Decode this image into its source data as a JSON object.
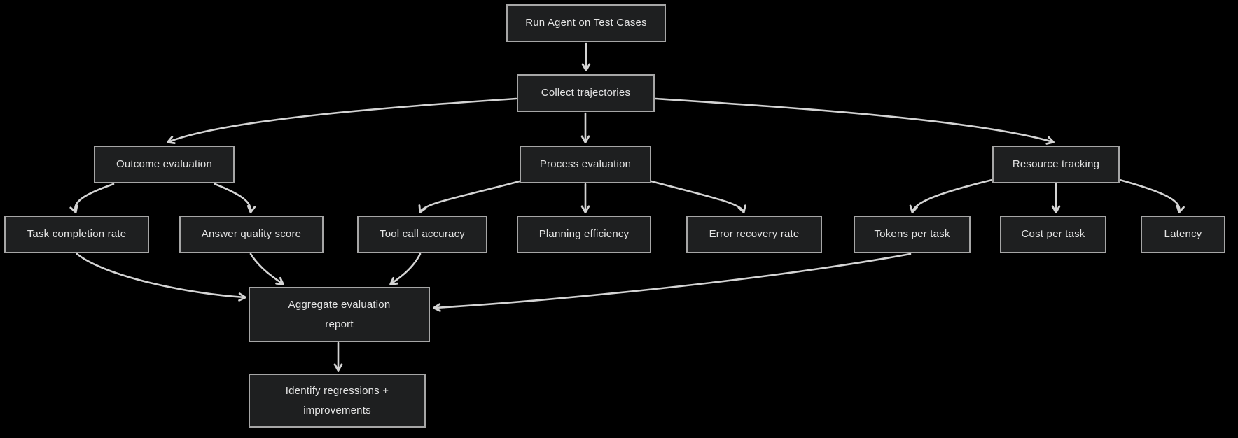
{
  "diagram": {
    "type": "flowchart",
    "direction": "top-down",
    "theme": {
      "background": "#000000",
      "node_fill": "#1e1f20",
      "node_border": "#a6a6a6",
      "node_text": "#e4e4e4",
      "edge_color": "#d4d4d4"
    },
    "nodes": [
      {
        "id": "run_agent",
        "label": "Run Agent on Test Cases"
      },
      {
        "id": "collect_trajectories",
        "label": "Collect trajectories"
      },
      {
        "id": "outcome_evaluation",
        "label": "Outcome evaluation"
      },
      {
        "id": "process_evaluation",
        "label": "Process evaluation"
      },
      {
        "id": "resource_tracking",
        "label": "Resource tracking"
      },
      {
        "id": "task_completion_rate",
        "label": "Task completion rate"
      },
      {
        "id": "answer_quality_score",
        "label": "Answer quality score"
      },
      {
        "id": "tool_call_accuracy",
        "label": "Tool call accuracy"
      },
      {
        "id": "planning_efficiency",
        "label": "Planning efficiency"
      },
      {
        "id": "error_recovery_rate",
        "label": "Error recovery rate"
      },
      {
        "id": "tokens_per_task",
        "label": "Tokens per task"
      },
      {
        "id": "cost_per_task",
        "label": "Cost per task"
      },
      {
        "id": "latency",
        "label": "Latency"
      },
      {
        "id": "aggregate_report",
        "label": "Aggregate evaluation report"
      },
      {
        "id": "identify_regressions",
        "label": "Identify regressions + improvements"
      }
    ],
    "edges": [
      {
        "from": "run_agent",
        "to": "collect_trajectories"
      },
      {
        "from": "collect_trajectories",
        "to": "outcome_evaluation"
      },
      {
        "from": "collect_trajectories",
        "to": "process_evaluation"
      },
      {
        "from": "collect_trajectories",
        "to": "resource_tracking"
      },
      {
        "from": "outcome_evaluation",
        "to": "task_completion_rate"
      },
      {
        "from": "outcome_evaluation",
        "to": "answer_quality_score"
      },
      {
        "from": "process_evaluation",
        "to": "tool_call_accuracy"
      },
      {
        "from": "process_evaluation",
        "to": "planning_efficiency"
      },
      {
        "from": "process_evaluation",
        "to": "error_recovery_rate"
      },
      {
        "from": "resource_tracking",
        "to": "tokens_per_task"
      },
      {
        "from": "resource_tracking",
        "to": "cost_per_task"
      },
      {
        "from": "resource_tracking",
        "to": "latency"
      },
      {
        "from": "task_completion_rate",
        "to": "aggregate_report"
      },
      {
        "from": "answer_quality_score",
        "to": "aggregate_report"
      },
      {
        "from": "tool_call_accuracy",
        "to": "aggregate_report"
      },
      {
        "from": "tokens_per_task",
        "to": "aggregate_report"
      },
      {
        "from": "aggregate_report",
        "to": "identify_regressions"
      }
    ]
  }
}
